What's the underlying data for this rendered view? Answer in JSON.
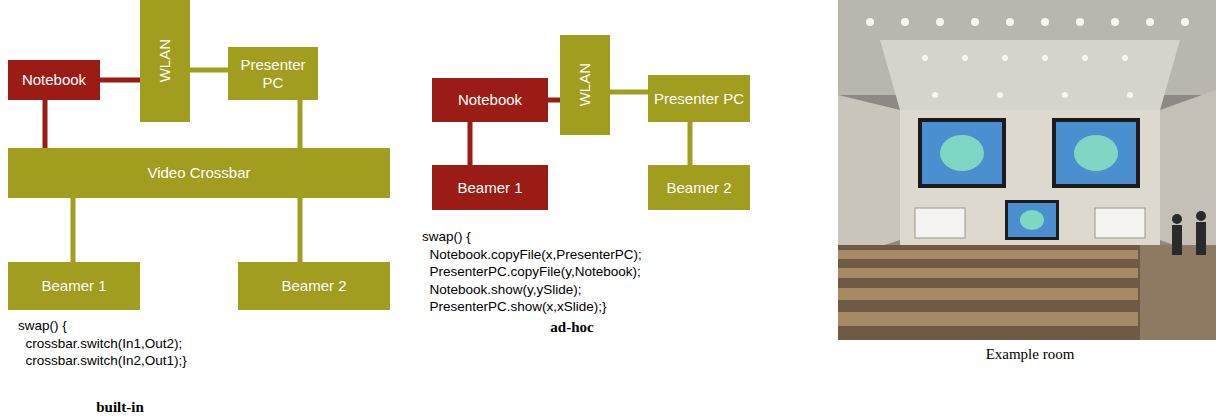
{
  "diagram": {
    "nodes": [
      {
        "text": [
          "Notebook"
        ]
      },
      {
        "text": [
          "WLAN"
        ]
      },
      {
        "text": [
          "Presenter PC"
        ]
      },
      {
        "text": [
          "Video Crossbar"
        ]
      },
      {
        "text": [
          "Beamer 1"
        ]
      },
      {
        "text": [
          "Beamer 2"
        ]
      },
      {
        "text": [
          "Notebook"
        ]
      },
      {
        "text": [
          "WLAN"
        ]
      },
      {
        "text": [
          "Presenter PC"
        ]
      },
      {
        "text": [
          "Beamer 1"
        ]
      },
      {
        "text": [
          "Beamer 2"
        ]
      }
    ],
    "edges": [
      {
        "from": 0,
        "to": 1,
        "arrow": "none"
      },
      {
        "from": 1,
        "to": 2,
        "arrow": "none"
      },
      {
        "from": 0,
        "to": 3,
        "arrow": "none"
      },
      {
        "from": 2,
        "to": 3,
        "arrow": "none"
      },
      {
        "from": 3,
        "to": 4,
        "arrow": "none"
      },
      {
        "from": 3,
        "to": 5,
        "arrow": "none"
      },
      {
        "from": 6,
        "to": 7,
        "arrow": "none"
      },
      {
        "from": 7,
        "to": 8,
        "arrow": "none"
      },
      {
        "from": 6,
        "to": 9,
        "arrow": "none"
      },
      {
        "from": 8,
        "to": 10,
        "arrow": "none"
      }
    ],
    "labels": [
      "swap() {",
      "  crossbar.switch(In1,Out2);",
      "  crossbar.switch(In2,Out1);}",
      "built-in",
      "swap() {",
      "  Notebook.copyFile(x,PresenterPC);",
      "  PresenterPC.copyFile(y,Notebook);",
      "  Notebook.show(y,ySlide);",
      "  PresenterPC.show(x,xSlide);}",
      "ad-hoc",
      "Example room"
    ]
  }
}
